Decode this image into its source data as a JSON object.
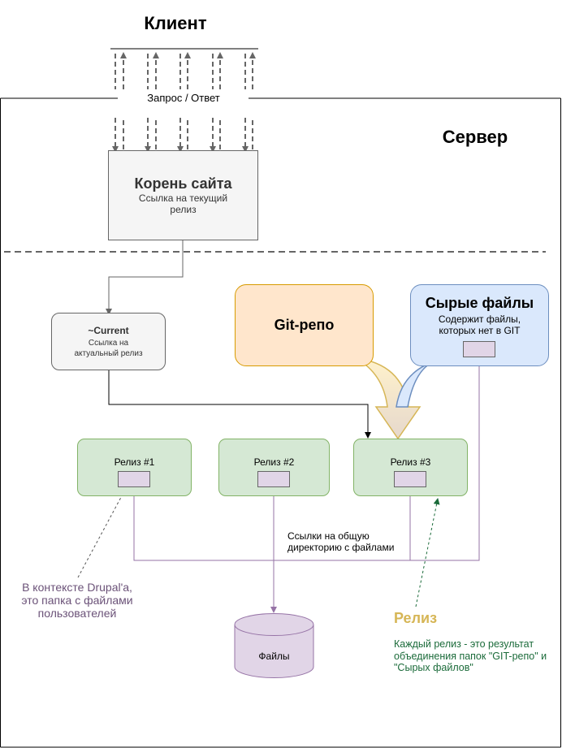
{
  "client_title": "Клиент",
  "request_label": "Запрос / Ответ",
  "server_title": "Сервер",
  "root": {
    "title": "Корень сайта",
    "subtitle": "Ссылка на текущий релиз"
  },
  "current": {
    "title": "~Current",
    "subtitle": "Ссылка на актуальный релиз"
  },
  "git": {
    "title": "Git-репо"
  },
  "raw": {
    "title": "Сырые файлы",
    "subtitle": "Содержит файлы, которых нет в GIT"
  },
  "releases": [
    "Релиз #1",
    "Релиз #2",
    "Релиз #3"
  ],
  "links_note": "Ссылки на общую директорию с файлами",
  "files_label": "Файлы",
  "drupal_note": "В контексте Drupal'a, это папка с файлами пользователей",
  "release_title": "Релиз",
  "release_desc": "Каждый релиз - это результат объединения папок \"GIT-репо\" и \"Сырых файлов\"",
  "colors": {
    "purple_line": "#9673a6",
    "note_purple": "#6b5278",
    "release_gold": "#d6b656",
    "release_green": "#1b6b3a"
  }
}
